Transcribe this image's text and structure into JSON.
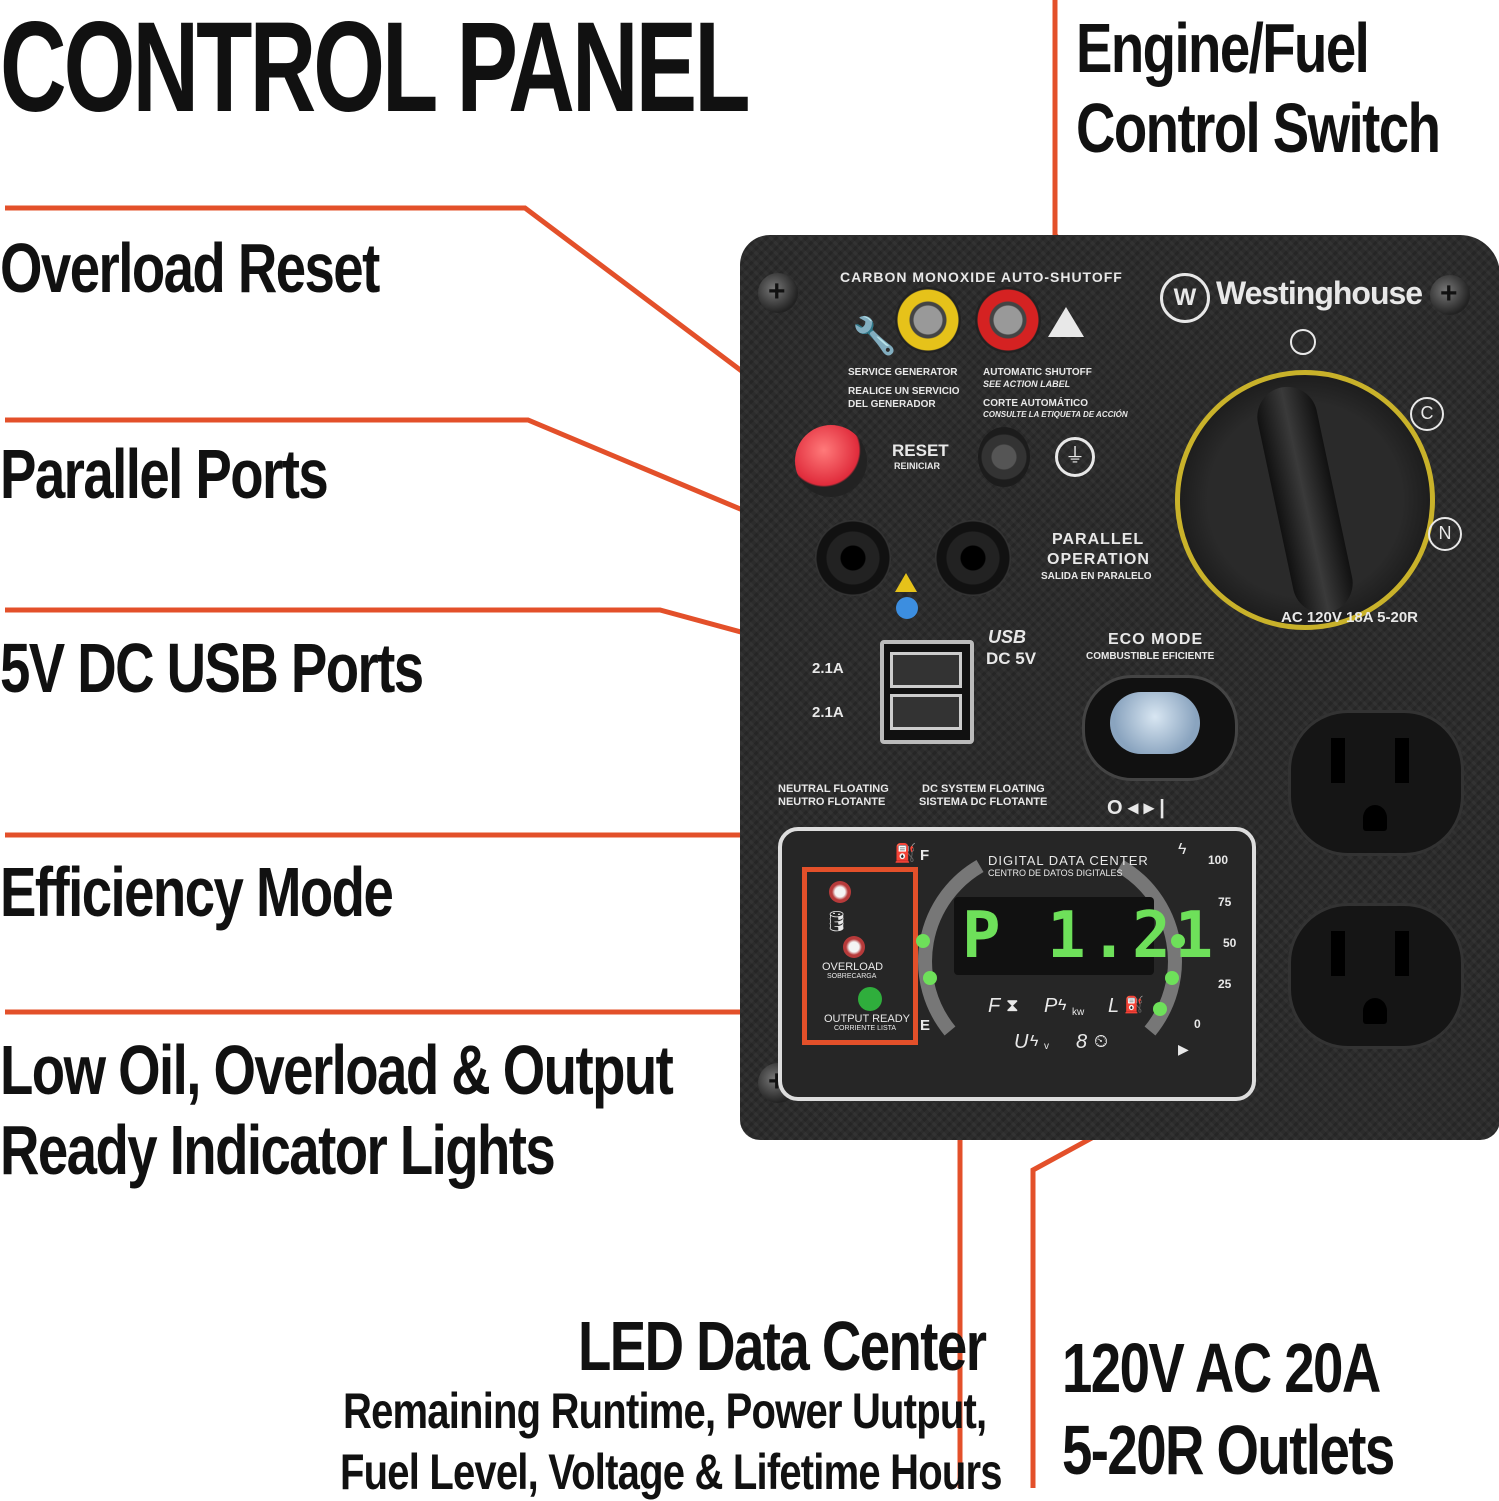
{
  "title": "CONTROL PANEL",
  "callouts": {
    "engine_fuel_line1": "Engine/Fuel",
    "engine_fuel_line2": "Control Switch",
    "overload_reset": "Overload Reset",
    "parallel_ports": "Parallel Ports",
    "usb_ports": "5V DC USB Ports",
    "efficiency_mode": "Efficiency Mode",
    "indicator_line1": "Low Oil, Overload & Output",
    "indicator_line2": "Ready Indicator Lights",
    "led_title": "LED Data Center",
    "led_sub1": "Remaining Runtime, Power Uutput,",
    "led_sub2": "Fuel Level, Voltage & Lifetime Hours",
    "outlets_line1": "120V AC 20A",
    "outlets_line2": "5-20R Outlets"
  },
  "panel": {
    "co_header": "CARBON MONOXIDE  AUTO-SHUTOFF",
    "brand": "Westinghouse",
    "service_1": "SERVICE GENERATOR",
    "service_2": "REALICE UN SERVICIO",
    "service_3": "DEL GENERADOR",
    "auto_1": "AUTOMATIC SHUTOFF",
    "auto_2": "SEE ACTION LABEL",
    "auto_3": "CORTE AUTOMÁTICO",
    "auto_4": "CONSULTE LA ETIQUETA DE ACCIÓN",
    "reset": "RESET",
    "reset_es": "REINICIAR",
    "parallel_1": "PARALLEL",
    "parallel_2": "OPERATION",
    "parallel_3": "SALIDA EN PARALELO",
    "ac_rating": "AC 120V 18A 5-20R",
    "usb_logo": "USB",
    "dc5v": "DC 5V",
    "usb_a1": "2.1A",
    "usb_a2": "2.1A",
    "eco_1": "ECO MODE",
    "eco_2": "COMBUSTIBLE EFICIENTE",
    "neutral_1": "NEUTRAL FLOATING",
    "neutral_2": "NEUTRO FLOTANTE",
    "dc_float_1": "DC SYSTEM FLOATING",
    "dc_float_2": "SISTEMA DC FLOTANTE",
    "ddc_1": "DIGITAL DATA CENTER",
    "ddc_2": "CENTRO DE DATOS DIGITALES",
    "display_value": "P 1.21",
    "fuel_f": "F",
    "fuel_e": "E",
    "pct_100": "100",
    "pct_75": "75",
    "pct_50": "50",
    "pct_25": "25",
    "pct_0": "0",
    "overload": "OVERLOAD",
    "overload_es": "SOBRECARGA",
    "output_ready": "OUTPUT READY",
    "output_ready_es": "CORRIENTE LISTA",
    "mode_f": "F",
    "mode_p": "P",
    "mode_kw": "kw",
    "mode_l": "L",
    "mode_u": "U",
    "mode_v": "v",
    "mode_8": "8"
  },
  "colors": {
    "accent_line": "#e3502a",
    "panel": "#2c2c2c",
    "led_green": "#6ee05a",
    "dial_yellow": "#c9b22a"
  }
}
